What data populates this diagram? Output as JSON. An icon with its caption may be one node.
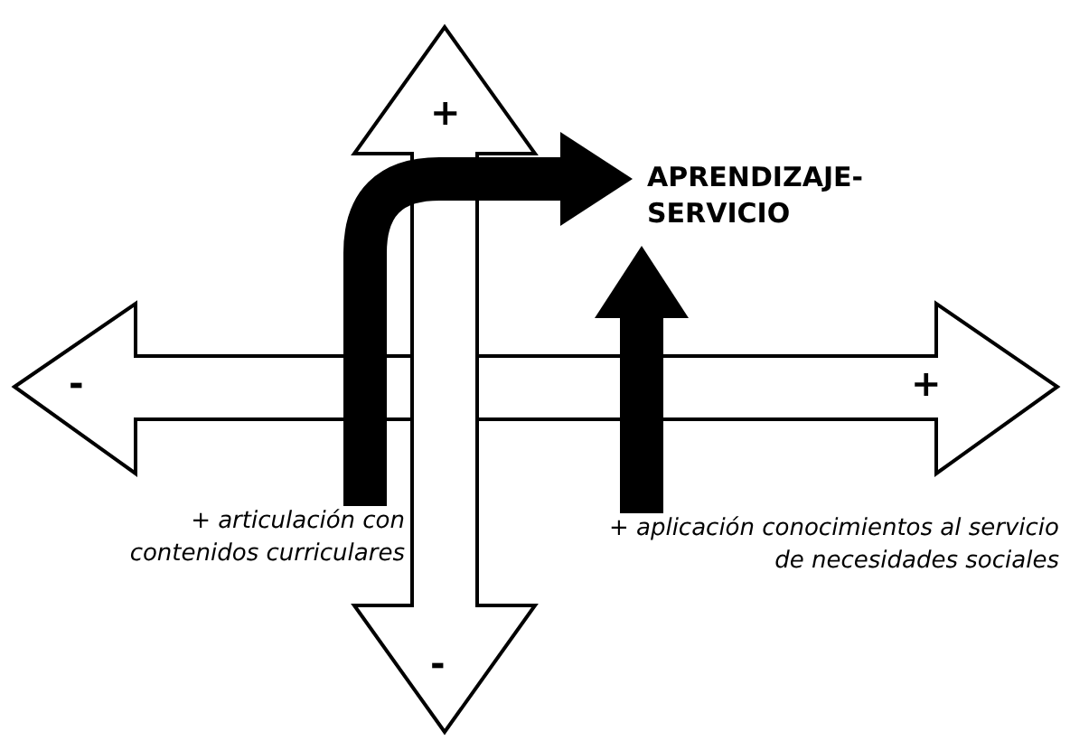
{
  "diagram": {
    "nodes": [
      {
        "text": [
          "APRENDIZAJE- SERVICIO"
        ]
      },
      {
        "text": [
          "+ articulación con contenidos curriculares"
        ]
      },
      {
        "text": [
          "+ aplicación conocimientos al servicio de necesidades sociales"
        ]
      }
    ],
    "edges": [
      {
        "from": 1,
        "to": 0,
        "arrow": "to"
      },
      {
        "from": 2,
        "to": 0,
        "arrow": "to"
      }
    ],
    "labels": [
      "+",
      "-",
      "+",
      "-"
    ]
  }
}
